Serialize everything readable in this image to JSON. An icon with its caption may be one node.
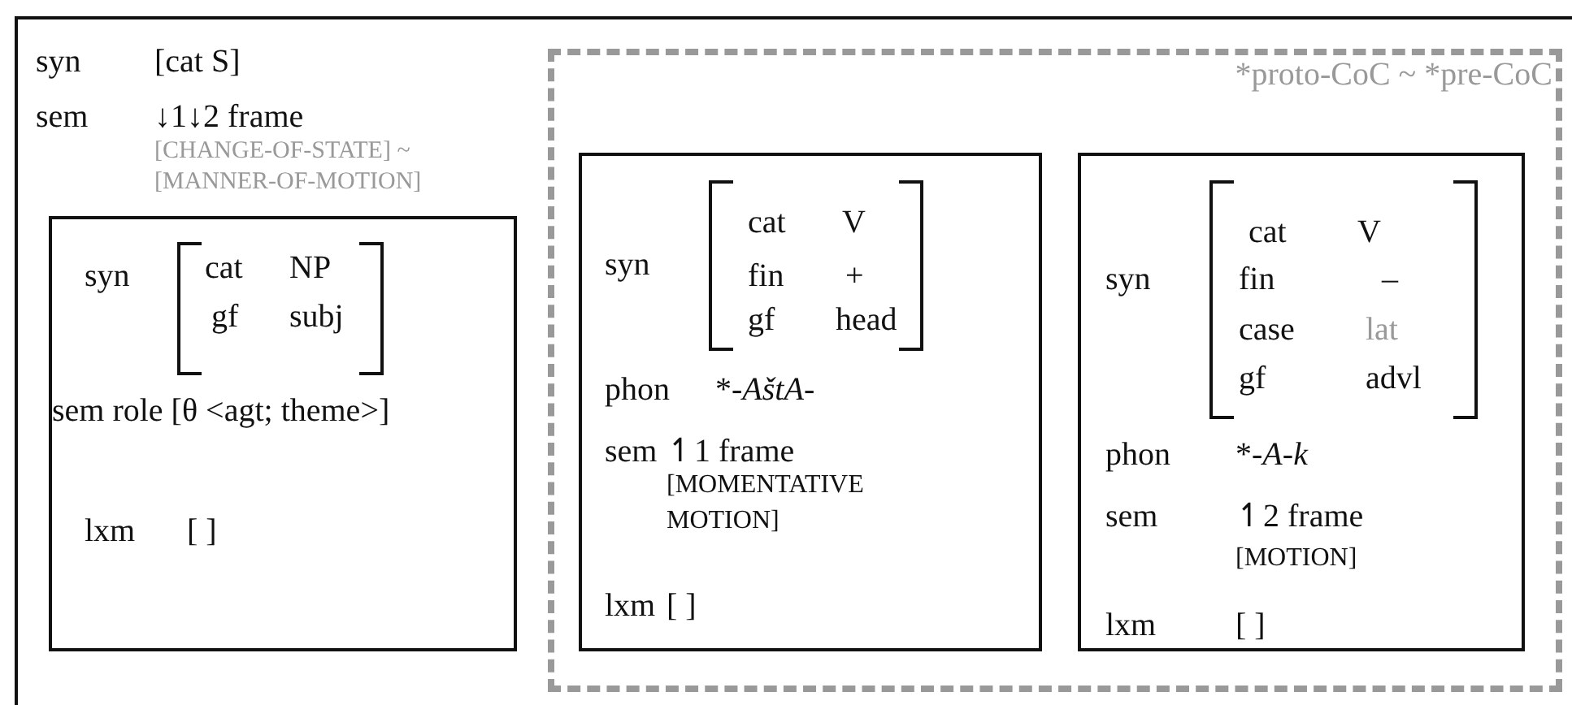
{
  "diagram": {
    "nodes": [
      {
        "text": [
          "syn",
          "[cat S]",
          "sem",
          "↓1↓2 frame",
          "[CHANGE-OF-STATE] ~ [MANNER-OF-MOTION]"
        ]
      },
      {
        "text": [
          "syn",
          "cat",
          "NP",
          "gf",
          "subj",
          "sem role [θ <agt; theme>]",
          "lxm",
          "[ ]"
        ],
        "in": 0
      },
      {
        "text": [
          "*proto-CoC ~ *pre-CoC"
        ],
        "in": 0
      },
      {
        "text": [
          "syn",
          "cat",
          "V",
          "fin",
          "+",
          "gf",
          "head",
          "phon",
          "*-*AštA*-",
          "sem",
          "↿1 frame",
          "[MOMENTATIVE MOTION]",
          "lxm",
          "[ ]"
        ],
        "in": 2
      },
      {
        "text": [
          "syn",
          "cat",
          "V",
          "fin",
          "–",
          "case",
          "lat",
          "gf",
          "advl",
          "phon",
          "*-*A*-*k*",
          "sem",
          "↿2 frame",
          "[MOTION]",
          "lxm",
          "[ ]"
        ],
        "in": 2
      }
    ]
  }
}
